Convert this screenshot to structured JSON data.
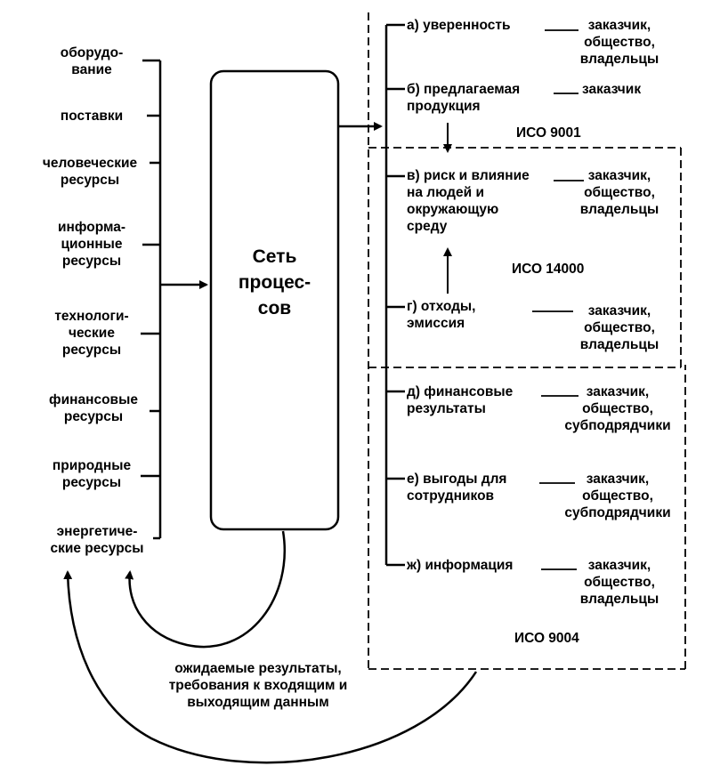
{
  "inputs": [
    "обору­до-\nвание",
    "поставки",
    "человеческие\nресурсы",
    "информа-\nционные\nресурсы",
    "технологи-\nческие\nресурсы",
    "финансовые\nресурсы",
    "природные\nресурсы",
    "энергетиче-\nские ресурсы"
  ],
  "process_box": "Сеть\nпроцес-\nсов",
  "feedback_label": "ожидаемые результаты,\nтребования к входящим и\nвыходящим данным",
  "outputs": {
    "a": {
      "label": "а) уверенность",
      "stakeholders": "заказчик,\nобщество,\nвладельцы"
    },
    "b": {
      "label": "б) предлагаемая\nпродукция",
      "stakeholders": "заказчик"
    },
    "v": {
      "label": "в) риск и влияние\nна людей и\nокружающую\nсреду",
      "stakeholders": "заказчик,\nобщество,\nвладельцы"
    },
    "g": {
      "label": "г) отходы,\nэмиссия",
      "stakeholders": "заказчик,\nобщество,\nвладельцы"
    },
    "d": {
      "label": "д) финансовые\nрезультаты",
      "stakeholders": "заказчик,\nобщество,\nсубподрядчики"
    },
    "e": {
      "label": "е) выгоды для\nсотрудников",
      "stakeholders": "заказчик,\nобщество,\nсубподрядчики"
    },
    "zh": {
      "label": "ж) информация",
      "stakeholders": "заказчик,\nобщество,\nвладельцы"
    }
  },
  "standards": {
    "iso9001": "ИСО 9001",
    "iso14000": "ИСО 14000",
    "iso9004": "ИСО 9004"
  }
}
